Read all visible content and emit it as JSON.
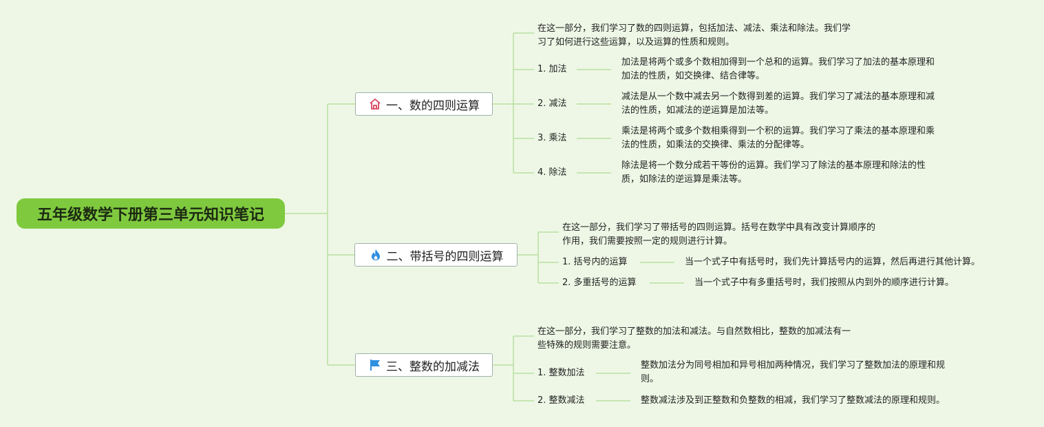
{
  "root": {
    "title": "五年级数学下册第三单元知识笔记"
  },
  "branches": [
    {
      "title": "一、数的四则运算",
      "icon": "house-icon",
      "intro": [
        "在这一部分，我们学习了数的四则运算，包括加法、减法、乘法和除法。我们学",
        "习了如何进行这些运算，以及运算的性质和规则。"
      ],
      "items": [
        {
          "label": "1. 加法",
          "desc": [
            "加法是将两个或多个数相加得到一个总和的运算。我们学习了加法的基本原理和",
            "加法的性质，如交换律、结合律等。"
          ]
        },
        {
          "label": "2. 减法",
          "desc": [
            "减法是从一个数中减去另一个数得到差的运算。我们学习了减法的基本原理和减",
            "法的性质，如减法的逆运算是加法等。"
          ]
        },
        {
          "label": "3. 乘法",
          "desc": [
            "乘法是将两个或多个数相乘得到一个积的运算。我们学习了乘法的基本原理和乘",
            "法的性质，如乘法的交换律、乘法的分配律等。"
          ]
        },
        {
          "label": "4. 除法",
          "desc": [
            "除法是将一个数分成若干等份的运算。我们学习了除法的基本原理和除法的性",
            "质，如除法的逆运算是乘法等。"
          ]
        }
      ]
    },
    {
      "title": "二、带括号的四则运算",
      "icon": "flame-icon",
      "intro": [
        "在这一部分，我们学习了带括号的四则运算。括号在数学中具有改变计算顺序的",
        "作用，我们需要按照一定的规则进行计算。"
      ],
      "items": [
        {
          "label": "1. 括号内的运算",
          "desc": [
            "当一个式子中有括号时，我们先计算括号内的运算，然后再进行其他计算。"
          ]
        },
        {
          "label": "2. 多重括号的运算",
          "desc": [
            "当一个式子中有多重括号时，我们按照从内到外的顺序进行计算。"
          ]
        }
      ]
    },
    {
      "title": "三、整数的加减法",
      "icon": "flag-icon",
      "intro": [
        "在这一部分，我们学习了整数的加法和减法。与自然数相比，整数的加减法有一",
        "些特殊的规则需要注意。"
      ],
      "items": [
        {
          "label": "1. 整数加法",
          "desc": [
            "整数加法分为同号相加和异号相加两种情况，我们学习了整数加法的原理和规",
            "则。"
          ]
        },
        {
          "label": "2. 整数减法",
          "desc": [
            "整数减法涉及到正整数和负整数的相减，我们学习了整数减法的原理和规则。"
          ]
        }
      ]
    }
  ],
  "colors": {
    "line": "#b9dfa0",
    "root": "#7fc93f",
    "house": "#d9435d",
    "flame": "#2f8fe0",
    "flag": "#2f8fe0"
  }
}
